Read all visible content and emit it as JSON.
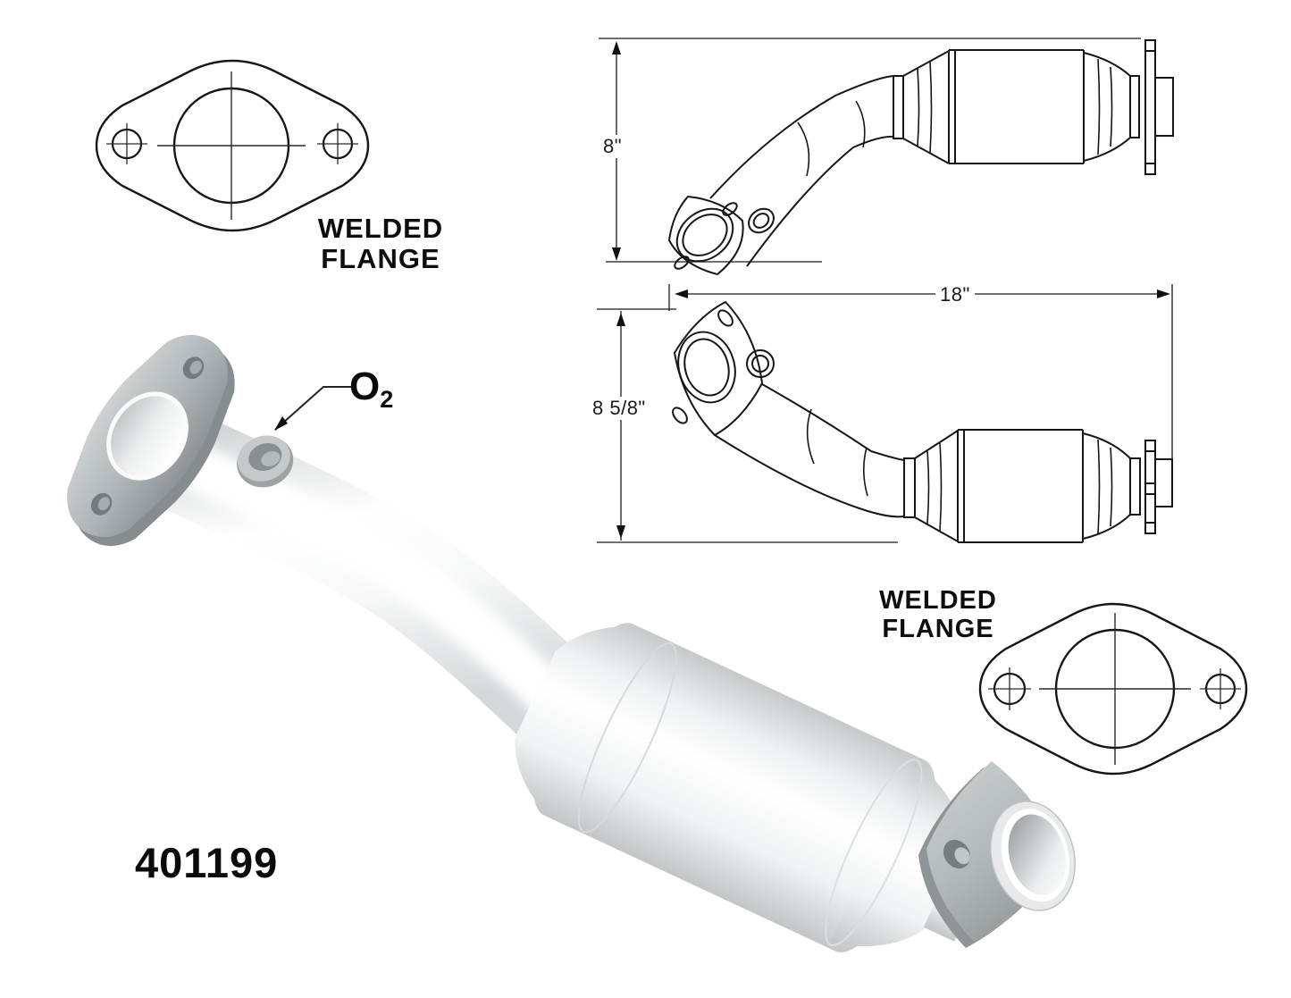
{
  "diagram": {
    "part_number": "401199",
    "o2_label": {
      "element": "O",
      "subscript": "2"
    },
    "flange_labels": {
      "top_left": {
        "line1": "WELDED",
        "line2": "FLANGE"
      },
      "bottom_right": {
        "line1": "WELDED",
        "line2": "FLANGE"
      }
    },
    "dimensions": {
      "side_view_height": "8\"",
      "top_view_length": "18\"",
      "top_view_height": "8 5/8\""
    },
    "colors": {
      "line": "#1a1a1a",
      "background": "#ffffff",
      "metal_light": "#f4f5f6",
      "metal_mid": "#c9cdd0",
      "metal_dark": "#8a8f92"
    }
  }
}
